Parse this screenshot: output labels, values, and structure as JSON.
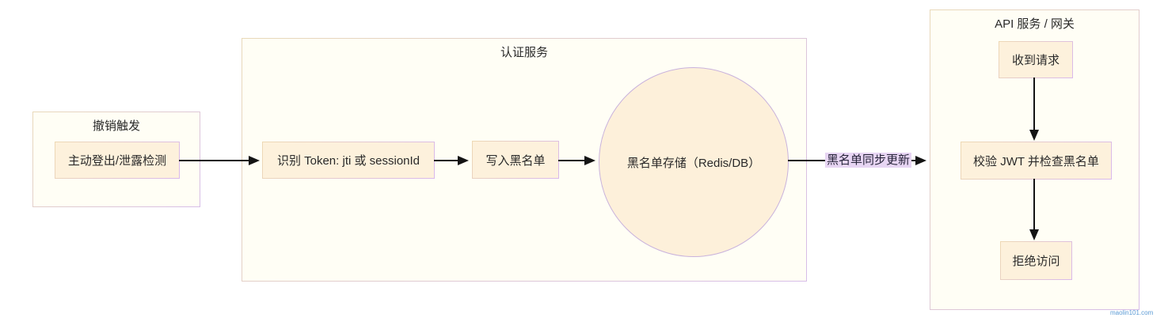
{
  "trigger": {
    "title": "撤销触发",
    "node_logout": "主动登出/泄露检测"
  },
  "auth": {
    "title": "认证服务",
    "node_identify": "识别 Token: jti 或 sessionId",
    "node_write": "写入黑名单",
    "node_store": "黑名单存储（Redis/DB）"
  },
  "edges": {
    "sync_label": "黑名单同步更新"
  },
  "api": {
    "title": "API 服务 / 网关",
    "node_receive": "收到请求",
    "node_verify": "校验 JWT 并检查黑名单",
    "node_deny": "拒绝访问"
  },
  "watermark": "maolin101.com",
  "colors": {
    "background": "#ffffff",
    "container_fill": "#fffef5",
    "node_fill": "#fdf1dc",
    "border_warm": "#e9d9b9",
    "border_purple": "#d7bde8",
    "circle_border": "#c9b2dc",
    "edge_label_bg": "#e7d5f3",
    "arrow": "#141414",
    "text": "#2a2a2a",
    "watermark_text": "#5b9bd5"
  }
}
